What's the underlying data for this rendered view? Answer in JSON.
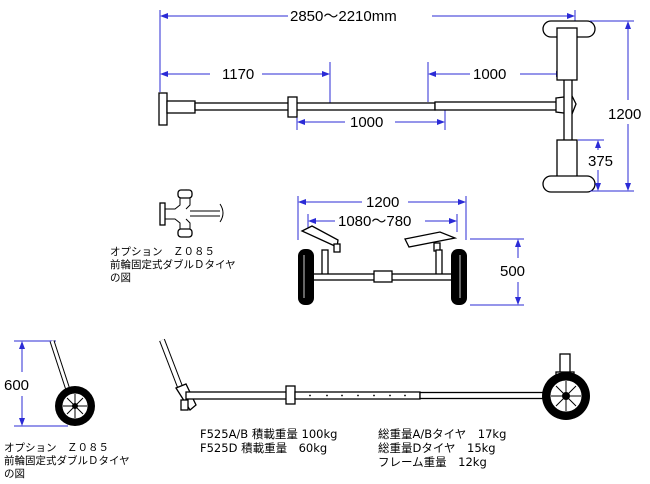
{
  "dimensions": {
    "total_length": "2850～2210mm",
    "front_section": "1170",
    "rear_section": "1000",
    "middle_section": "1000",
    "overall_width_side": "1200",
    "wheel_offset": "375",
    "axle_width": "1200",
    "inner_width": "1080～780",
    "trailer_height": "500",
    "handle_height": "600"
  },
  "captions": {
    "option_top": [
      "オプション　Ｚ０８５",
      "前輪固定式ダブルＤタイヤ",
      "の図"
    ],
    "option_bottom": [
      "オプション　Ｚ０８５",
      "前輪固定式ダブルＤタイヤ",
      "の図"
    ]
  },
  "specs": {
    "load_ab": "F525A/B 積載重量 100kg",
    "load_d": "F525D 積載重量　60kg",
    "total_ab": "総重量A/Bタイヤ　17kg",
    "total_d": "総重量Dタイヤ　15kg",
    "frame": "フレーム重量　12kg"
  }
}
